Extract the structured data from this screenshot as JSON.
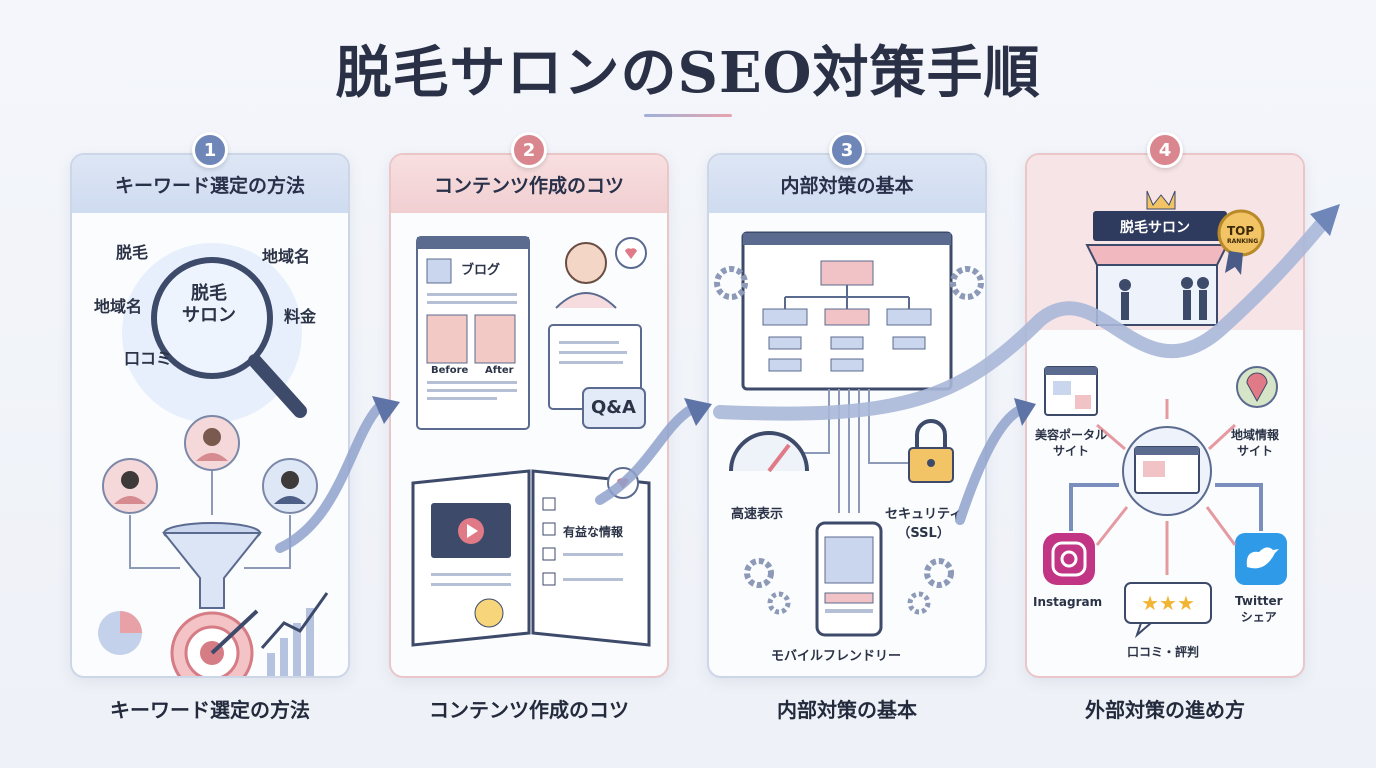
{
  "title": "脱毛サロンのSEO対策手順",
  "steps": [
    {
      "number": "1",
      "heading": "キーワード選定の方法",
      "caption": "キーワード選定の方法",
      "magnifier_text": "脱毛\nサロン",
      "keywords": [
        "脱毛",
        "地域名",
        "地域名",
        "料金",
        "口コミ"
      ]
    },
    {
      "number": "2",
      "heading": "コンテンツ作成のコツ",
      "caption": "コンテンツ作成のコツ",
      "blog_label": "ブログ",
      "before_label": "Before",
      "after_label": "After",
      "qa_label": "Q&A",
      "checklist_label": "有益な情報"
    },
    {
      "number": "3",
      "heading": "内部対策の基本",
      "caption": "内部対策の基本",
      "speed_label": "高速表示",
      "security_label": "セキュリティ\n（SSL）",
      "mobile_label": "モバイルフレンドリー"
    },
    {
      "number": "4",
      "heading": "",
      "caption": "外部対策の進め方",
      "shop_sign": "脱毛サロン",
      "top_badge": "TOP",
      "top_badge_sub": "RANKING",
      "portal_label": "美容ポータル\nサイト",
      "local_label": "地域情報\nサイト",
      "instagram_label": "Instagram",
      "twitter_label": "Twitter\nシェア",
      "review_label": "口コミ・評判"
    }
  ],
  "colors": {
    "navy": "#2a3045",
    "blue_accent": "#6f86b8",
    "pink_accent": "#d9868e"
  }
}
